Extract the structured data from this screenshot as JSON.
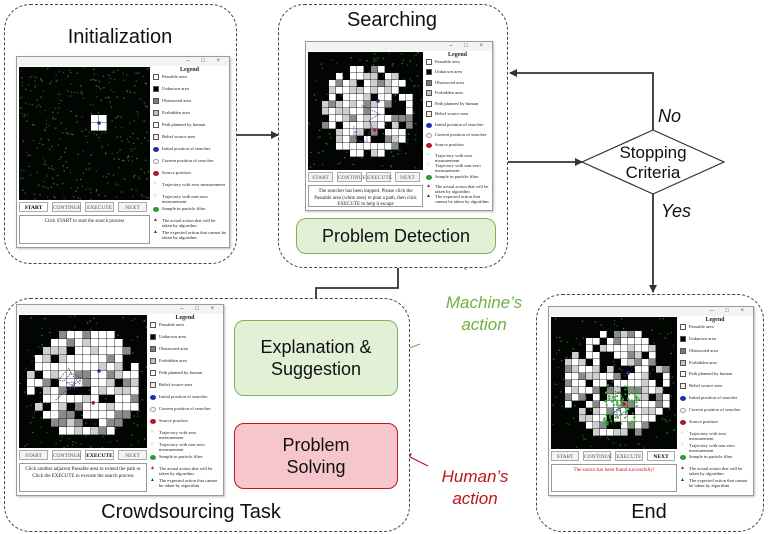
{
  "panels": {
    "initialization": {
      "title": "Initialization"
    },
    "searching": {
      "title": "Searching"
    },
    "crowdsourcing": {
      "title": "Crowdsourcing Task"
    },
    "end": {
      "title": "End"
    }
  },
  "flow": {
    "problem_detection": "Problem Detection",
    "explanation_line1": "Explanation &",
    "explanation_line2": "Suggestion",
    "problem_solving_line1": "Problem",
    "problem_solving_line2": "Solving",
    "stopping_line1": "Stopping",
    "stopping_line2": "Criteria",
    "no_label": "No",
    "yes_label": "Yes"
  },
  "actors": {
    "machine_line1": "Machine’s",
    "machine_line2": "action",
    "human_line1": "Human’s",
    "human_line2": "action"
  },
  "colors": {
    "machine": "#6fb13e",
    "human": "#c0141c",
    "step_green_fill": "#e2f0d6",
    "step_green_border": "#7fb35a",
    "step_red_fill": "#f6c6cc",
    "step_red_border": "#c0141c"
  },
  "window": {
    "controls": "– □ ×",
    "buttons": {
      "start": "START",
      "continue": "CONTINUE",
      "execute": "EXECUTE",
      "next": "NEXT"
    },
    "legend": {
      "title": "Legend",
      "items": [
        {
          "label": "Passable area",
          "icon": "white-square",
          "color": "#ffffff"
        },
        {
          "label": "Unknown area",
          "icon": "black-square",
          "color": "#000000"
        },
        {
          "label": "Obstructed area",
          "icon": "dark-gray-square",
          "color": "#7a7a7a"
        },
        {
          "label": "Forbidden area",
          "icon": "light-gray-square",
          "color": "#c2c2c2"
        },
        {
          "label": "Path planned by human",
          "icon": "outlined-square",
          "color": "#ffffff"
        },
        {
          "label": "Belief source area",
          "icon": "pale-square",
          "color": "#f6e9e9"
        },
        {
          "label": "Initial position of searcher",
          "icon": "blue-dot",
          "color": "#1f2fa8"
        },
        {
          "label": "Current position of searcher",
          "icon": "ring-dot",
          "color": "#dddddd"
        },
        {
          "label": "Source position",
          "icon": "red-dot",
          "color": "#b0182b"
        },
        {
          "label": "Trajectory with zero measurement",
          "icon": "zero-trajectory-mark",
          "color": "#4a4a88"
        },
        {
          "label": "Trajectory with non-zero measurement",
          "icon": "nonzero-trajectory-mark",
          "color": "#8e2a8e"
        },
        {
          "label": "Sample in particle filter",
          "icon": "green-dot",
          "color": "#2f9a2f"
        },
        {
          "label": "The actual action that will be taken by algorithm",
          "icon": "red-arrow",
          "color": "#c0141c"
        },
        {
          "label": "The expected action that cannot be taken by algorithm",
          "icon": "blue-arrow",
          "color": "#1f2fa8"
        }
      ]
    },
    "messages": {
      "initialization": "Click START to start the search process",
      "searching": "The searcher has been trapped. Please click the Passable area (white area) to plan a path, then click EXECUTE to help it escape",
      "crowdsourcing": "Click another adjacent Passable area to extend the path or Click the EXECUTE to execute the search process",
      "end": "The source has been found successfully!"
    }
  }
}
